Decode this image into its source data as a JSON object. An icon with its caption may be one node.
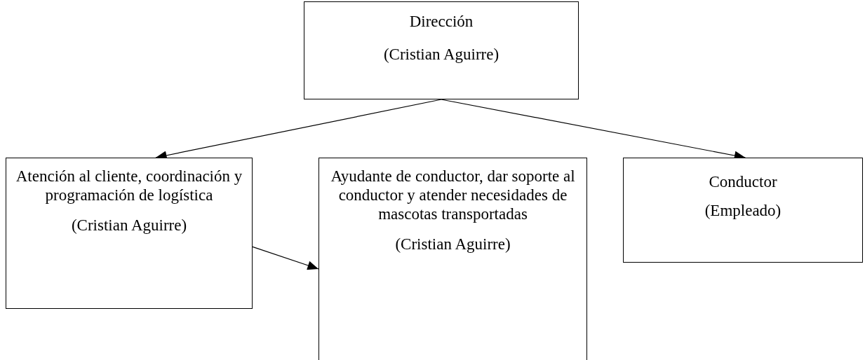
{
  "diagram": {
    "nodes": [
      {
        "text": [
          "Dirección",
          "(Cristian Aguirre)"
        ]
      },
      {
        "text": [
          "Atención al cliente, coordinación y programación de logística",
          "(Cristian Aguirre)"
        ]
      },
      {
        "text": [
          "Ayudante de conductor, dar soporte al conductor y atender necesidades de mascotas transportadas",
          "(Cristian Aguirre)"
        ]
      },
      {
        "text": [
          "Conductor",
          "(Empleado)"
        ]
      }
    ],
    "edges": [
      {
        "from": 0,
        "to": 1,
        "arrow": "to"
      },
      {
        "from": 0,
        "to": 3,
        "arrow": "to"
      },
      {
        "from": 1,
        "to": 2,
        "arrow": "to"
      }
    ]
  }
}
